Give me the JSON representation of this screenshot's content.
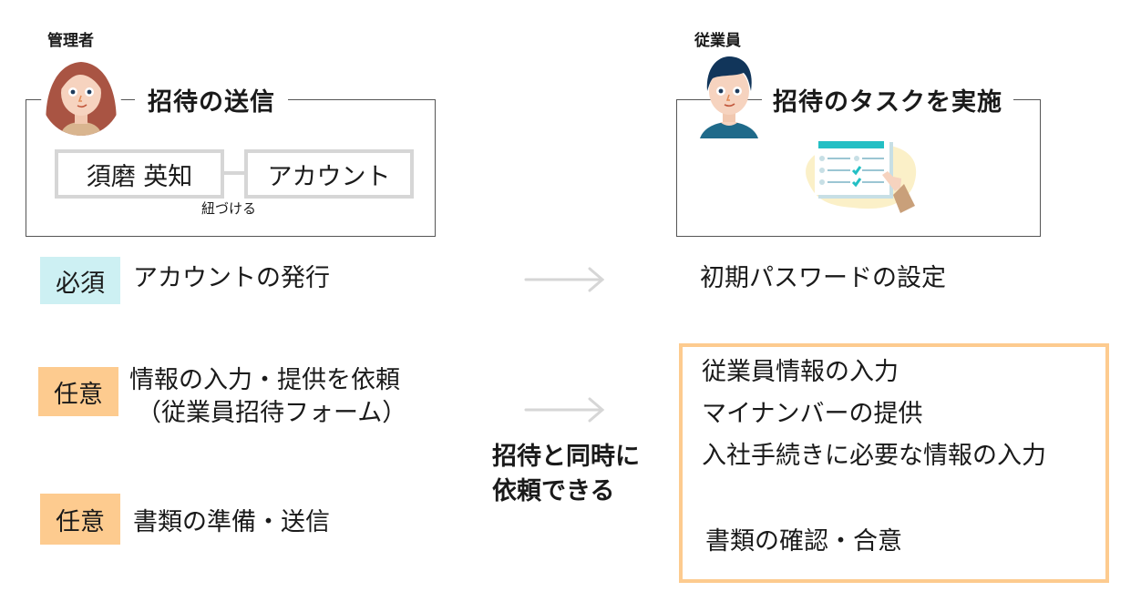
{
  "admin": {
    "role_label": "管理者",
    "section_title": "招待の送信",
    "person_name": "須磨 英知",
    "account_label": "アカウント",
    "link_caption": "紐づける"
  },
  "employee": {
    "role_label": "従業員",
    "section_title": "招待のタスクを実施"
  },
  "rows": [
    {
      "badge": "必須",
      "badge_type": "required",
      "admin_action": "アカウントの発行",
      "employee_task": "初期パスワードの設定"
    },
    {
      "badge": "任意",
      "badge_type": "optional",
      "admin_action_line1": "情報の入力・提供を依頼",
      "admin_action_line2": "（従業員招待フォーム）"
    },
    {
      "badge": "任意",
      "badge_type": "optional",
      "admin_action": "書類の準備・送信"
    }
  ],
  "simultaneous_note": {
    "line1": "招待と同時に",
    "line2": "依頼できる"
  },
  "employee_tasks": {
    "form_items": [
      "従業員情報の入力",
      "マイナンバーの提供",
      "入社手続きに必要な情報の入力"
    ],
    "document_item": "書類の確認・合意"
  },
  "colors": {
    "required_badge": "#cdf0f3",
    "optional_badge": "#fdcb8f",
    "task_box_border": "#fdcb8f",
    "arrow": "#d6d6d6",
    "linked_box_border": "#d6d6d6"
  },
  "icons": {
    "admin_avatar": "woman-avatar-icon",
    "employee_avatar": "man-avatar-icon",
    "task_illustration": "checklist-tap-icon",
    "arrow": "right-arrow-icon"
  }
}
